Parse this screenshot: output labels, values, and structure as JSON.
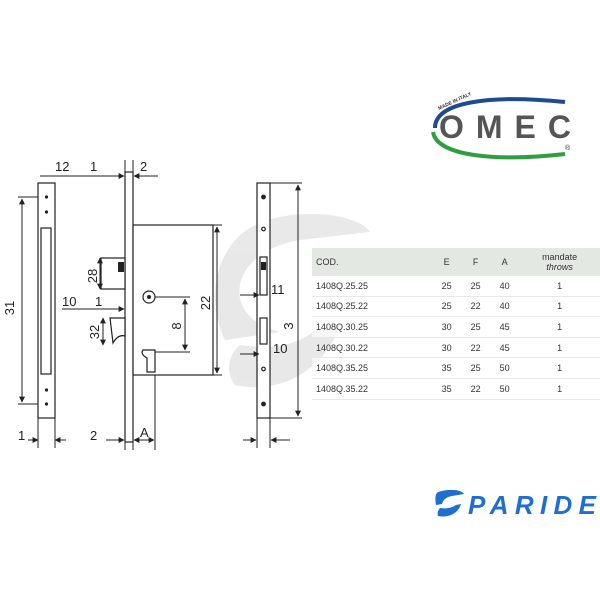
{
  "dimensions": {
    "d12": "12",
    "d1_top": "1",
    "d2_top": "2",
    "d31": "31",
    "d28": "28",
    "d10_left": "10",
    "d1_mid": "1",
    "d32": "32",
    "d8": "8",
    "d22": "22",
    "d1_bottom": "1",
    "d2_bottom": "2",
    "dA": "A",
    "d11": "11",
    "d3": "3",
    "d10_right": "10"
  },
  "brand": {
    "omec_name": "OMEC",
    "omec_tagline": "MADE IN ITALY",
    "omec_registered": "®",
    "paride_name": "PARIDE",
    "colors": {
      "omec_blue": "#1e4b8e",
      "omec_green": "#2e9e3e",
      "omec_gray": "#555555",
      "paride_blue": "#1e6fd0"
    }
  },
  "table": {
    "headers": {
      "cod": "COD.",
      "e": "E",
      "f": "F",
      "a": "A",
      "mandate": "mandate",
      "throws": "throws"
    },
    "rows": [
      {
        "cod": "1408Q.25.25",
        "e": "25",
        "f": "25",
        "a": "40",
        "m": "1"
      },
      {
        "cod": "1408Q.25.22",
        "e": "25",
        "f": "22",
        "a": "40",
        "m": "1"
      },
      {
        "cod": "1408Q.30.25",
        "e": "30",
        "f": "25",
        "a": "45",
        "m": "1"
      },
      {
        "cod": "1408Q.30.22",
        "e": "30",
        "f": "22",
        "a": "45",
        "m": "1"
      },
      {
        "cod": "1408Q.35.25",
        "e": "35",
        "f": "25",
        "a": "50",
        "m": "1"
      },
      {
        "cod": "1408Q.35.22",
        "e": "35",
        "f": "22",
        "a": "50",
        "m": "1"
      }
    ]
  }
}
